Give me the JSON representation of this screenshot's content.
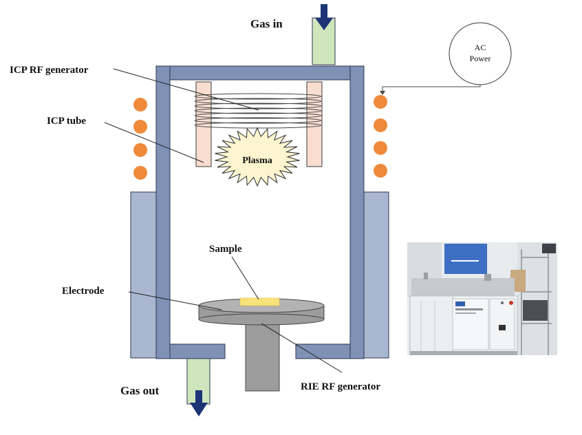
{
  "labels": {
    "gas_in": "Gas in",
    "gas_out": "Gas out",
    "icp_rf_generator": "ICP RF generator",
    "icp_tube": "ICP tube",
    "plasma": "Plasma",
    "ac_power_line1": "AC",
    "ac_power_line2": "Power",
    "sample": "Sample",
    "electrode": "Electrode",
    "rie_rf_generator": "RIE RF generator"
  },
  "colors": {
    "chamber_wall": "#7f91b5",
    "chamber_outline": "#2d3550",
    "outer_block": "#a9b7d0",
    "gas_pipe": "#cfe6bd",
    "arrow": "#1d3577",
    "coil": "#ee8a3a",
    "icp_tube": "#f8ddd0",
    "plasma_fill": "#fcf5cf",
    "sample": "#f8e37a",
    "electrode": "#9c9c9c"
  },
  "icons": {
    "gas_in_arrow": "arrow-down-icon",
    "gas_out_arrow": "arrow-down-icon",
    "plasma": "starburst-icon",
    "photo": "equipment-photo"
  }
}
